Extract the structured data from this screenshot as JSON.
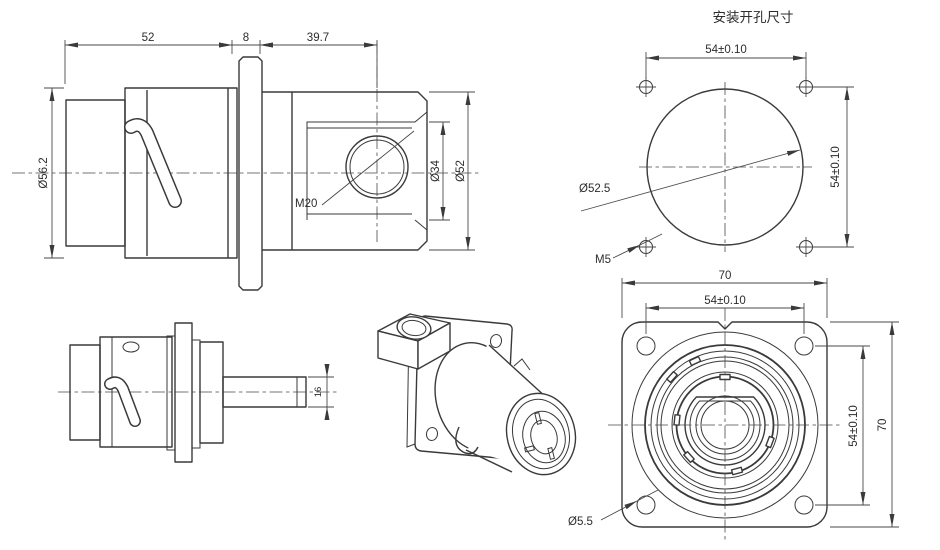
{
  "drawing": {
    "background": "#ffffff",
    "line_color": "#3a3a3a",
    "views": {
      "side_section": {
        "dim_width_body": "52",
        "dim_width_flange": "8",
        "dim_width_front": "39.7",
        "dim_dia_body": "Ø56.2",
        "dim_thread": "M20",
        "dim_dia_inner": "Ø34",
        "dim_dia_outer": "Ø52"
      },
      "mounting_hole": {
        "title": "安装开孔尺寸",
        "dim_hole_spacing_h": "54±0.10",
        "dim_hole_spacing_v": "54±0.10",
        "dim_bore": "Ø52.5",
        "dim_screw": "M5"
      },
      "side_view": {
        "dim_shaft": "16"
      },
      "front_view": {
        "dim_flange_w": "70",
        "dim_hole_spacing_h": "54±0.10",
        "dim_hole_spacing_v": "54±0.10",
        "dim_flange_h": "70",
        "dim_hole_dia": "Ø5.5"
      }
    }
  }
}
